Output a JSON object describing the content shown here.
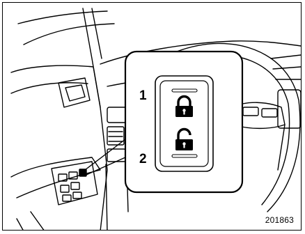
{
  "figure": {
    "callouts": [
      {
        "number": "1",
        "meaning": "lock"
      },
      {
        "number": "2",
        "meaning": "unlock"
      }
    ],
    "figure_id": "201863",
    "icons": {
      "lock": "lock-icon",
      "unlock": "unlock-icon"
    }
  }
}
